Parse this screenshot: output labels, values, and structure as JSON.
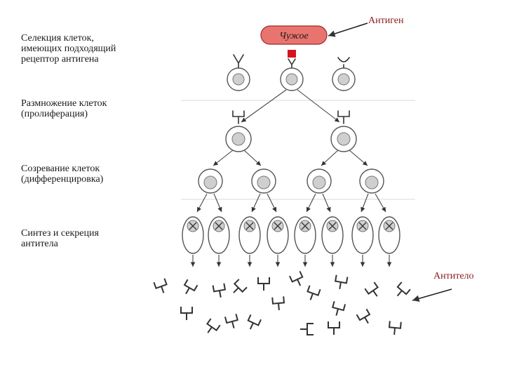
{
  "labels": {
    "antigen": "Антиген",
    "antigen_pill": "Чужое",
    "antibody": "Антитело",
    "steps": [
      {
        "lines": [
          "Селекция клеток,",
          "имеющих подходящий",
          "рецептор антигена"
        ]
      },
      {
        "lines": [
          "Размножение клеток",
          "(пролиферация)"
        ]
      },
      {
        "lines": [
          "Созревание клеток",
          "(дифференцировка)"
        ]
      },
      {
        "lines": [
          "Синтез и секреция",
          "антитела"
        ]
      }
    ]
  },
  "colors": {
    "antigen_fill": "#e9746f",
    "antigen_marker": "#d4141c",
    "accent_text": "#8b1a1a",
    "cell_nucleus": "#cfcfcf"
  },
  "icons": [
    "y-receptor-icon",
    "antibody-icon",
    "plasma-cell-icon"
  ]
}
